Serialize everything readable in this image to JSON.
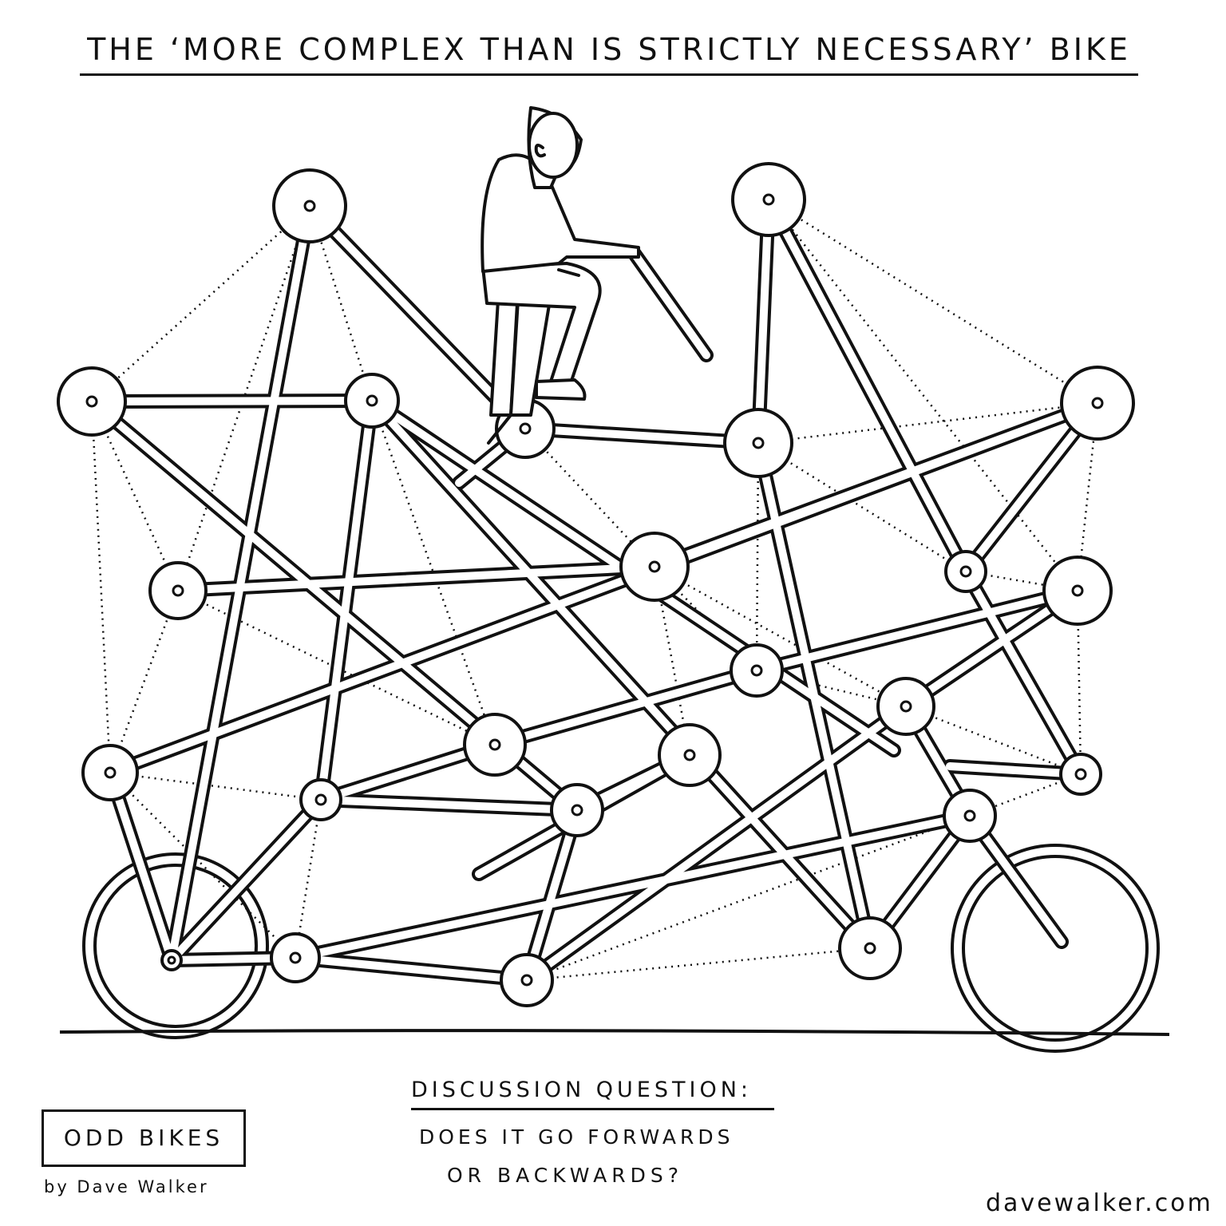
{
  "title": "THE ‘MORE COMPLEX THAN IS STRICTLY NECESSARY’ BIKE",
  "discussion": {
    "heading": "DISCUSSION QUESTION:",
    "line1": "DOES IT GO FORWARDS",
    "line2": "OR BACKWARDS?"
  },
  "series_box": "ODD BIKES",
  "byline": "by Dave Walker",
  "website": "davewalker.com"
}
